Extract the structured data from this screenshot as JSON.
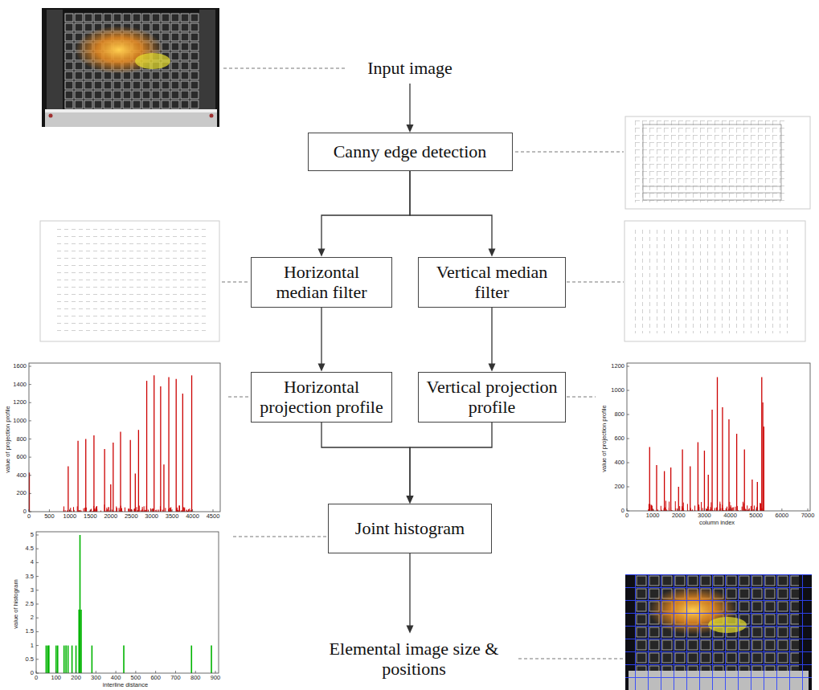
{
  "diagram": {
    "nodes": [
      {
        "text": [
          "Input image"
        ]
      },
      {
        "text": [
          "Canny edge detection"
        ]
      },
      {
        "text": [
          "Horizontal median filter"
        ]
      },
      {
        "text": [
          "Vertical median filter"
        ]
      },
      {
        "text": [
          "Horizontal projection profile"
        ]
      },
      {
        "text": [
          "Vertical projection profile"
        ]
      },
      {
        "text": [
          "Joint histogram"
        ]
      },
      {
        "text": [
          "Elemental image size & positions"
        ]
      }
    ],
    "edges": [
      {
        "from": 0,
        "to": 1,
        "arrow": "to"
      },
      {
        "from": 1,
        "to": 2,
        "arrow": "to"
      },
      {
        "from": 1,
        "to": 3,
        "arrow": "to"
      },
      {
        "from": 2,
        "to": 4,
        "arrow": "to"
      },
      {
        "from": 3,
        "to": 5,
        "arrow": "to"
      },
      {
        "from": 4,
        "to": 6,
        "arrow": "to"
      },
      {
        "from": 5,
        "to": 6,
        "arrow": "to"
      },
      {
        "from": 6,
        "to": 7,
        "arrow": "to"
      }
    ],
    "labels": [
      "0",
      "200",
      "400",
      "600",
      "800",
      "1000",
      "1200",
      "1400",
      "1600",
      "0",
      "500",
      "1000",
      "1500",
      "2000",
      "2500",
      "3000",
      "3500",
      "4000",
      "4500",
      "value of projection profile",
      "0",
      "200",
      "400",
      "600",
      "800",
      "1000",
      "1200",
      "0",
      "1000",
      "2000",
      "3000",
      "4000",
      "5000",
      "6000",
      "7000",
      "value of projection profile",
      "column index",
      "0",
      "0.5",
      "1",
      "1.5",
      "2",
      "2.5",
      "3",
      "3.5",
      "4",
      "4.5",
      "5",
      "0",
      "100",
      "200",
      "300",
      "400",
      "500",
      "600",
      "700",
      "800",
      "900",
      "value of histogram",
      "interline distance"
    ]
  }
}
